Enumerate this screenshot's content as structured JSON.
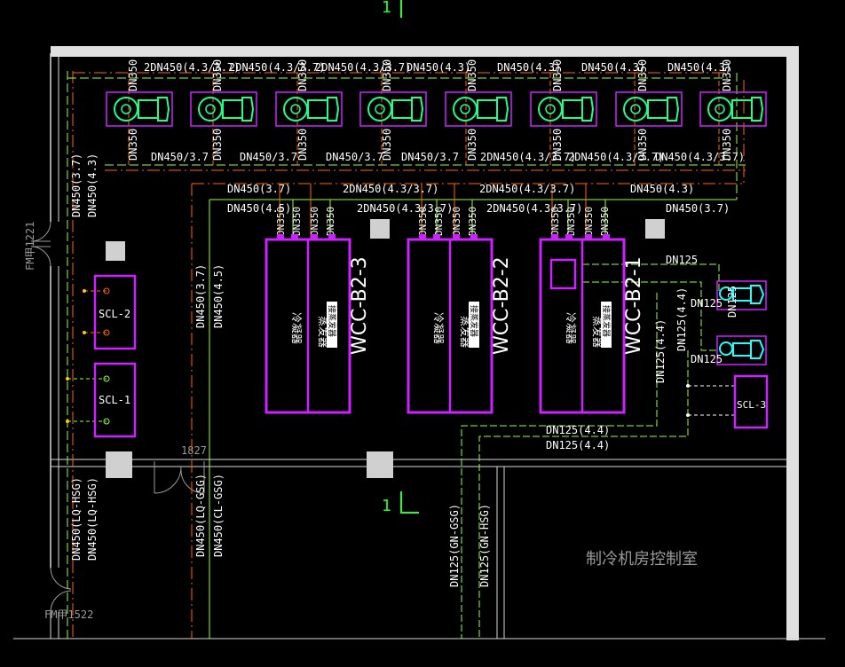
{
  "axis_marks": {
    "top": "1",
    "bottom": "1"
  },
  "doors": [
    {
      "label": "FM甲1221"
    },
    {
      "label": "FM甲1522"
    },
    {
      "label": "1827"
    }
  ],
  "room_label": "制冷机房控制室",
  "pump_labels": {
    "top": [
      "DN350",
      "DN350",
      "DN350",
      "DN350",
      "DN350",
      "DN350",
      "DN350",
      "DN350"
    ],
    "bottom": [
      "DN350",
      "DN350",
      "DN350",
      "DN350",
      "DN350",
      "DN350",
      "DN350",
      "DN350"
    ]
  },
  "header_pipes": [
    "2DN450(4.3/3.7)",
    "2DN450(4.3/3.7)",
    "2DN450(4.3/3.7)",
    "DN450(4.3)",
    "DN450(4.3)",
    "DN450(4.3)",
    "DN450(4.3)"
  ],
  "return_pipes": [
    "DN450/3.7",
    "DN450/3.7",
    "DN450/3.7",
    "DN450/3.7",
    "2DN450(4.3/3.7)",
    "2DN450(4.3/3.7)",
    "DN450(4.3/3.7)"
  ],
  "row3_pipes": [
    "DN450(3.7)",
    "2DN450(4.3/3.7)",
    "2DN450(4.3/3.7)",
    "DN450(4.3)"
  ],
  "row4_pipes": [
    "DN450(4.5)",
    "2DN450(4.3/3.7)",
    "2DN450(4.3/3.7)",
    "DN450(3.7)"
  ],
  "vertical_pipes": {
    "left_a": "DN450(3.7)",
    "left_b": "DN450(4.3)",
    "mid_a": "DN450(3.7)",
    "mid_b": "DN450(4.5)",
    "bot_left_a": "DN450(LQ-HSG)",
    "bot_left_b": "DN450(LQ-HSG)",
    "bot_mid_a": "DN450(LQ-GSG)",
    "bot_mid_b": "DN450(CL-GSG)",
    "bot_right_a": "DN125(GN-GSG)",
    "bot_right_b": "DN125(GN-HSG)",
    "right_a": "DN125(4.4)",
    "right_b": "DN125(4.4)"
  },
  "chiller_conn": [
    "DN350",
    "DN350",
    "DN350",
    "DN350"
  ],
  "chillers": [
    {
      "name": "WCC-B2-3",
      "condenser": "冷凝器",
      "evaporator": "蒸发器",
      "tag": "接蒸发器"
    },
    {
      "name": "WCC-B2-2",
      "condenser": "冷凝器",
      "evaporator": "蒸发器",
      "tag": "接蒸发器"
    },
    {
      "name": "WCC-B2-1",
      "condenser": "冷凝器",
      "evaporator": "蒸发器",
      "tag": "接蒸发器"
    }
  ],
  "scl": [
    {
      "name": "SCL-2"
    },
    {
      "name": "SCL-1"
    },
    {
      "name": "SCL-3"
    }
  ],
  "small_pipes": {
    "dn125_top": "DN125",
    "dn125_p1": "DN125",
    "dn125_p2": "DN125",
    "dn125_v1": "DN125",
    "dn125_h1": "DN125(4.4)",
    "dn125_h2": "DN125(4.4)"
  },
  "colors": {
    "wall": "#d8d8d8",
    "equipment": "#cc22ff",
    "pump": "#22ff88",
    "cyan": "#22ffff",
    "orange": "#ff6600",
    "green_pipe": "#99ff33"
  }
}
